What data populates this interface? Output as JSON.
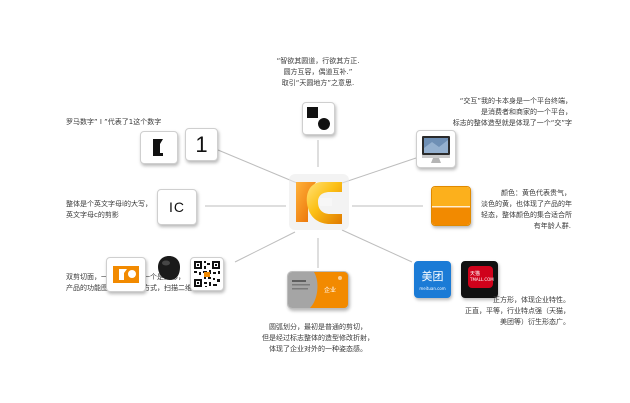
{
  "colors": {
    "accent_orange": "#F28A00",
    "accent_gold": "#FCC015",
    "line_gray": "#BDBDBD",
    "meituan_blue": "#1B7BD6",
    "tmall_red": "#D0021B"
  },
  "center_logo": {
    "icon": "ic-logo-icon"
  },
  "nodes": {
    "top": {
      "caption": [
        "“智欲其圆道，行欲其方正.",
        "圆方互容，偶道互补.”",
        "取引“天圆地方”之意思."
      ],
      "icon": "circle-square-icon"
    },
    "roman": {
      "caption": [
        "罗马数字” I ”代表了1这个数字"
      ],
      "icon": "roman-one-icon",
      "tile_text": "1"
    },
    "letters": {
      "caption": [
        "整体是个英文字母i的大写，",
        "英文字母c的剪影"
      ],
      "tile_text": "IC"
    },
    "scan": {
      "caption": [
        "双剪切面，一个是方行，一个是圆形，",
        "产品的功能图的一种使用方式，扫描二维码"
      ],
      "icons": [
        "logo-cutout-icon",
        "nfc-tag-icon",
        "qr-code-icon"
      ]
    },
    "card": {
      "caption": [
        "圆弧划分，最初是普通的剪切，",
        "但是经过标志整体的造型修改折射，",
        "体现了企业对外的一种姿态感。"
      ],
      "card_label": "企业",
      "icon": "card-icon"
    },
    "square": {
      "caption": [
        "正方形，体现企业特性。",
        "正直，平等，行业特点强（天猫，",
        "美团等）衍生形态广。"
      ],
      "meituan": {
        "title": "美团",
        "url": "meituan.com"
      },
      "tmall": {
        "title": "天猫",
        "url": "TMALL.COM"
      }
    },
    "color": {
      "caption": [
        "颜色：黄色代表贵气，",
        "淡色的黄，也体现了产品的年",
        "轻态，整体颜色的集合适合所",
        "有年龄人群."
      ],
      "icon": "color-swatch-icon"
    },
    "interaction": {
      "caption": [
        "“交互”我的卡本身是一个平台终端，",
        "是消费者和商家的一个平台，",
        "标志的整体造型就是体现了一个“交”字"
      ],
      "icon": "monitor-icon"
    }
  }
}
